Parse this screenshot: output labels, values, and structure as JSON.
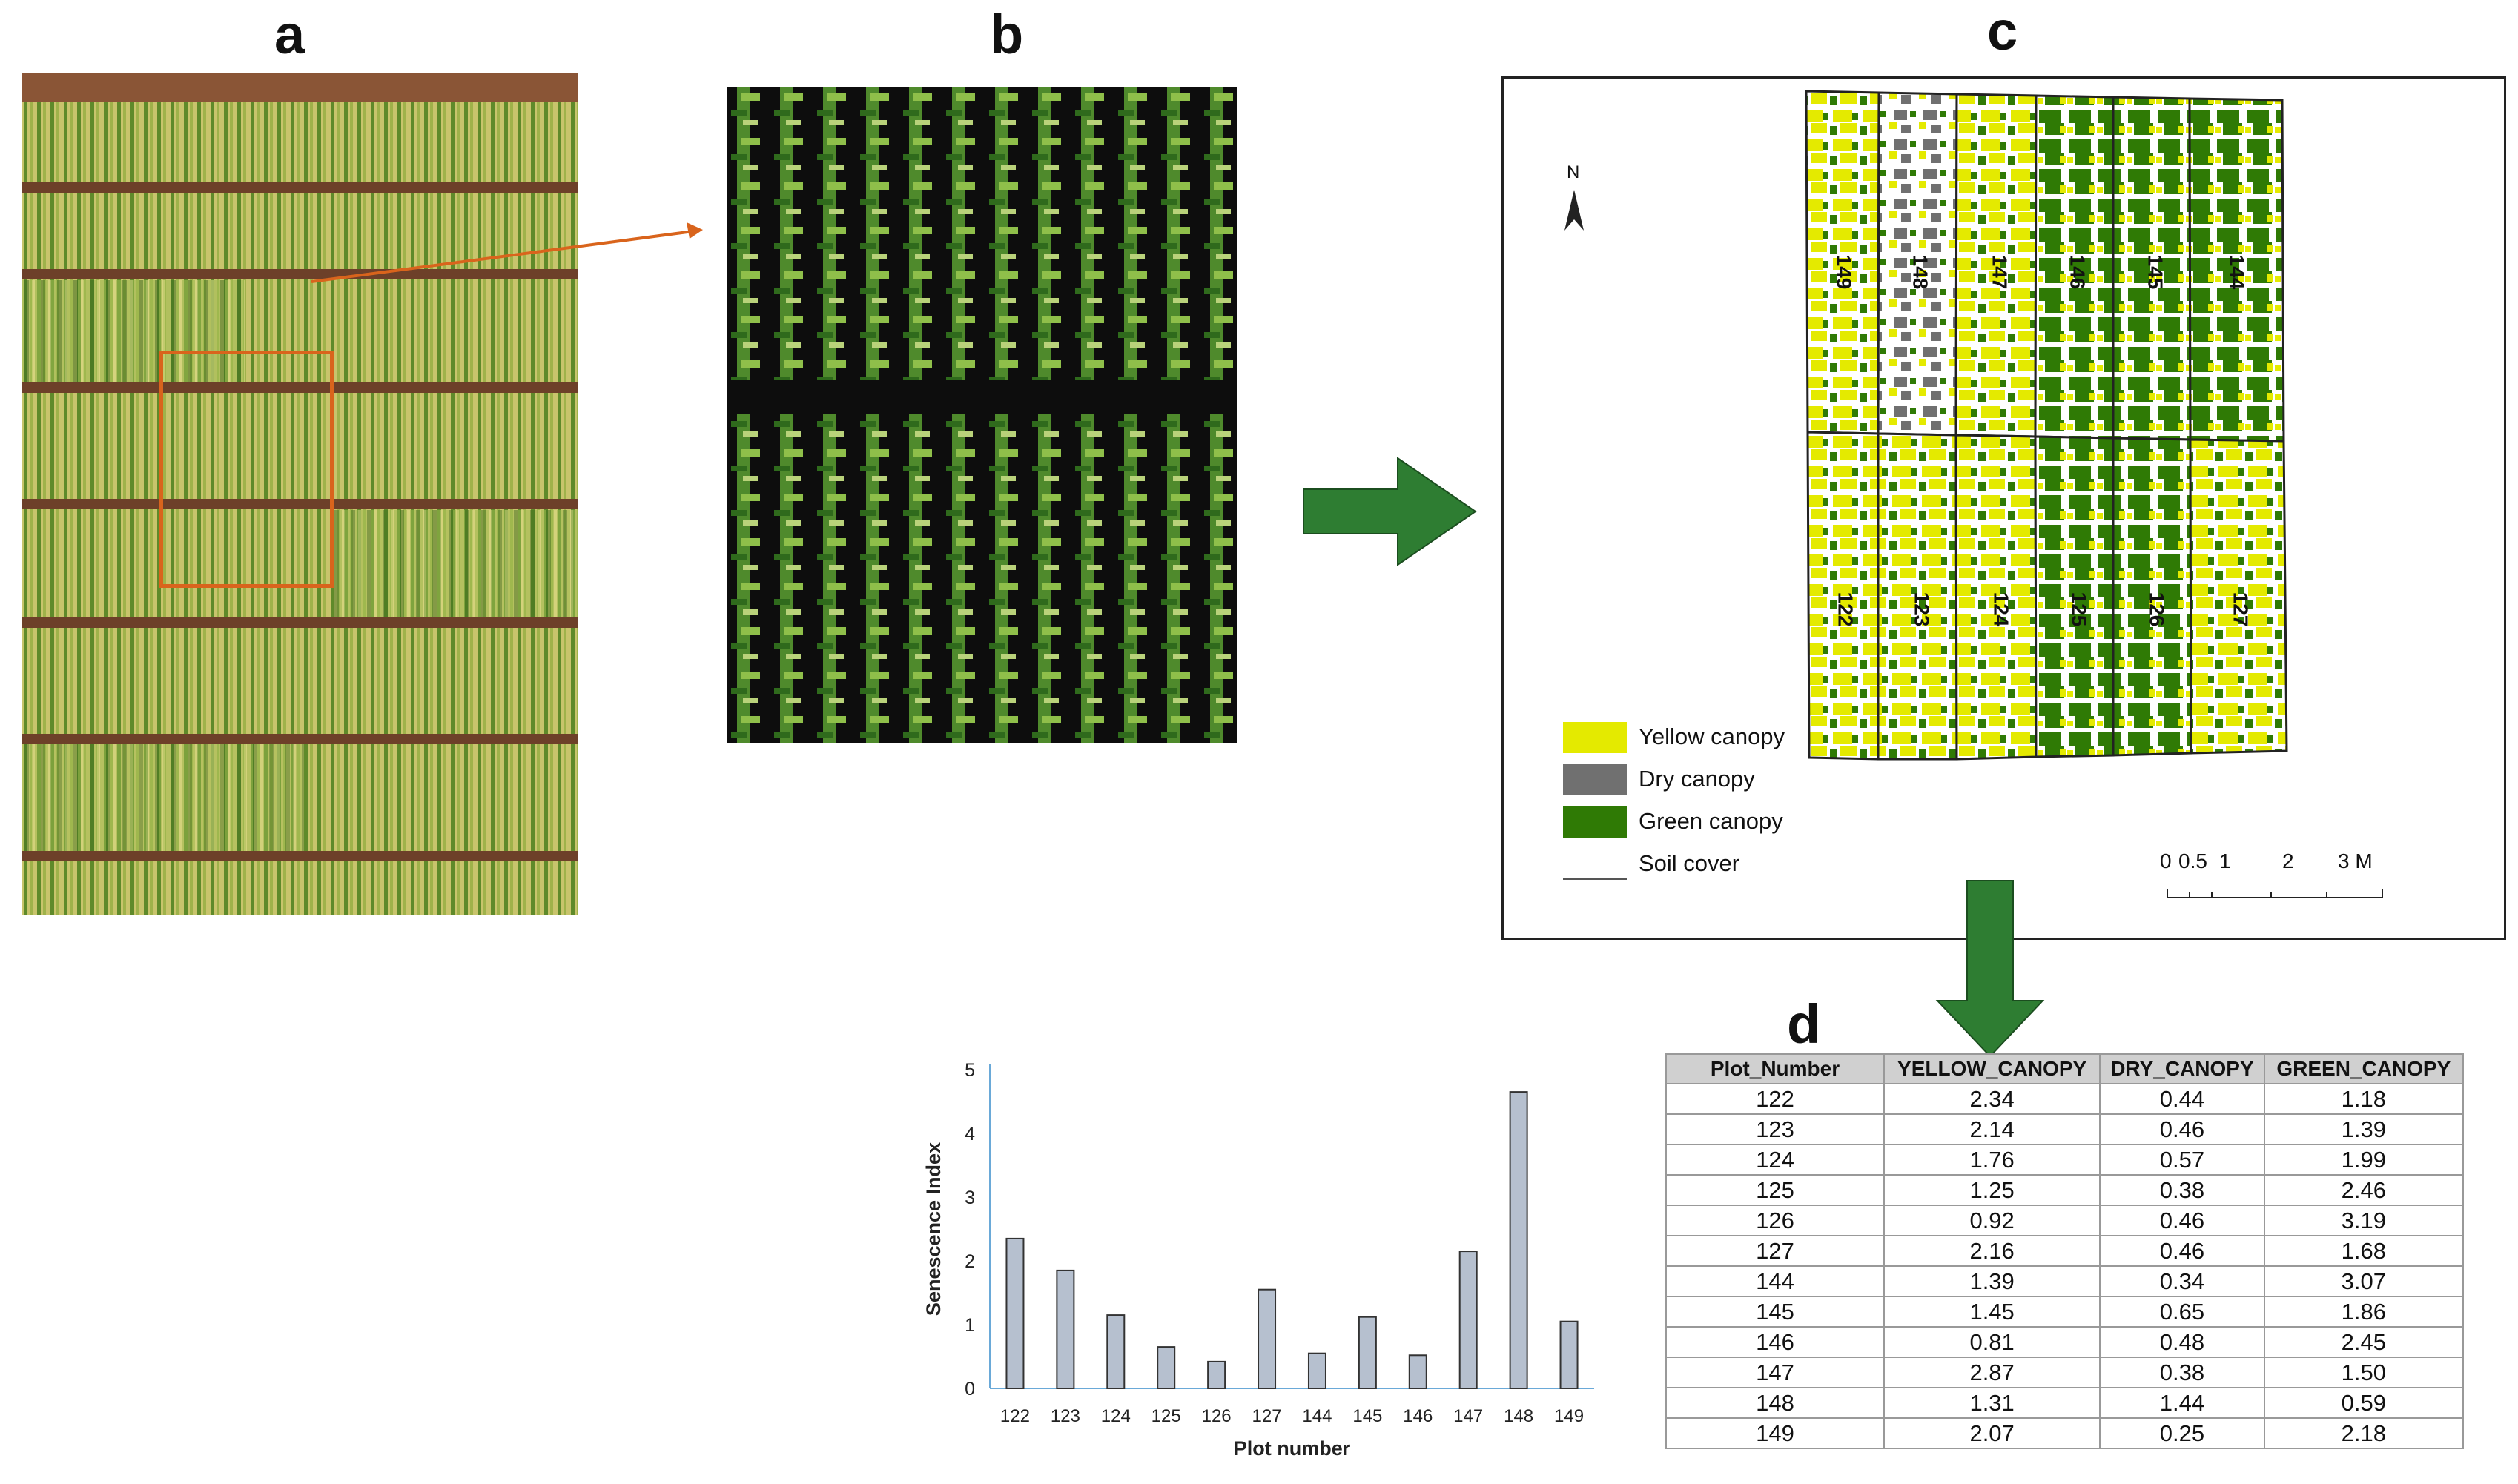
{
  "panel_labels": {
    "a": "a",
    "b": "b",
    "c": "c",
    "d": "d"
  },
  "colors": {
    "yellow_canopy": "#e4ea00",
    "dry_canopy": "#707070",
    "green_canopy": "#2f7a05",
    "arrow_green": "#2e7d32",
    "zoom_box": "#d9641c",
    "bar_fill": "#b6c0cf"
  },
  "map": {
    "north_label": "N",
    "legend": [
      {
        "label": "Yellow canopy",
        "color": "#e4ea00"
      },
      {
        "label": "Dry canopy",
        "color": "#707070"
      },
      {
        "label": "Green canopy",
        "color": "#2f7a05"
      },
      {
        "label": "Soil cover",
        "color": "#ffffff"
      }
    ],
    "scale_labels": [
      "0",
      "0.5",
      "1",
      "2",
      "3 M"
    ],
    "plots_top": [
      "149",
      "148",
      "147",
      "146",
      "145",
      "144"
    ],
    "plots_bottom": [
      "122",
      "123",
      "124",
      "125",
      "126",
      "127"
    ]
  },
  "table": {
    "headers": [
      "Plot_Number",
      "YELLOW_CANOPY",
      "DRY_CANOPY",
      "GREEN_CANOPY"
    ],
    "rows": [
      [
        "122",
        "2.34",
        "0.44",
        "1.18"
      ],
      [
        "123",
        "2.14",
        "0.46",
        "1.39"
      ],
      [
        "124",
        "1.76",
        "0.57",
        "1.99"
      ],
      [
        "125",
        "1.25",
        "0.38",
        "2.46"
      ],
      [
        "126",
        "0.92",
        "0.46",
        "3.19"
      ],
      [
        "127",
        "2.16",
        "0.46",
        "1.68"
      ],
      [
        "144",
        "1.39",
        "0.34",
        "3.07"
      ],
      [
        "145",
        "1.45",
        "0.65",
        "1.86"
      ],
      [
        "146",
        "0.81",
        "0.48",
        "2.45"
      ],
      [
        "147",
        "2.87",
        "0.38",
        "1.50"
      ],
      [
        "148",
        "1.31",
        "1.44",
        "0.59"
      ],
      [
        "149",
        "2.07",
        "0.25",
        "2.18"
      ]
    ]
  },
  "chart_data": {
    "type": "bar",
    "categories": [
      "122",
      "123",
      "124",
      "125",
      "126",
      "127",
      "144",
      "145",
      "146",
      "147",
      "148",
      "149"
    ],
    "values": [
      2.35,
      1.85,
      1.15,
      0.65,
      0.42,
      1.55,
      0.55,
      1.12,
      0.52,
      2.15,
      4.65,
      1.05
    ],
    "xlabel": "Plot number",
    "ylabel": "Senescence Index",
    "ylim": [
      0,
      5
    ],
    "yticks": [
      "0",
      "1",
      "2",
      "3",
      "4",
      "5"
    ],
    "grid": false,
    "bar_color": "#b6c0cf"
  }
}
